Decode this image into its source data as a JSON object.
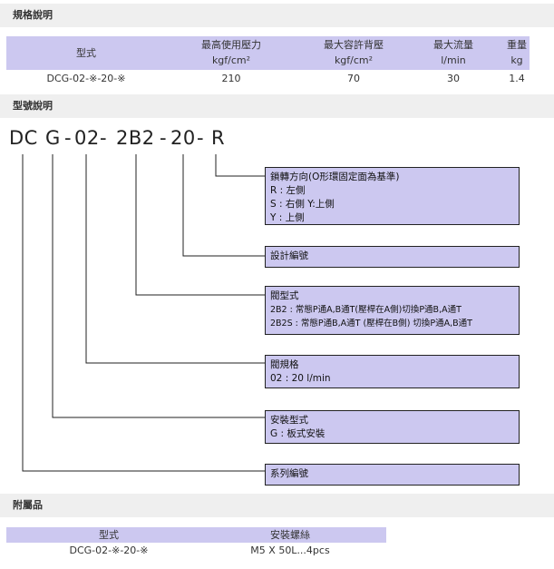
{
  "spec": {
    "section_title": "規格說明",
    "headers": [
      {
        "line1": "型式",
        "line2": ""
      },
      {
        "line1": "最高使用壓力",
        "line2": "kgf/cm²"
      },
      {
        "line1": "最大容許背壓",
        "line2": "kgf/cm²"
      },
      {
        "line1": "最大流量",
        "line2": "l/min"
      },
      {
        "line1": "重量",
        "line2": "kg"
      }
    ],
    "row": [
      "DCG-02-※-20-※",
      "210",
      "70",
      "30",
      "1.4"
    ]
  },
  "model": {
    "section_title": "型號說明",
    "code_parts": [
      "DC",
      "G",
      "-",
      "02",
      "-",
      "2B2",
      "-",
      "20",
      "-",
      "R"
    ],
    "boxes": [
      {
        "title": "鎖轉方向(O形環固定面為基準)",
        "lines": [
          "R : 左側",
          "S : 右側 Y:上側",
          "Y : 上側"
        ]
      },
      {
        "title": "設計編號",
        "lines": []
      },
      {
        "title": "閥型式",
        "lines": [
          "2B2 : 常態P通A,B通T(壓桿在A側)切換P通B,A通T",
          "2B2S : 常態P通B,A通T (壓桿在B側) 切換P通A,B通T"
        ]
      },
      {
        "title": "閥規格",
        "lines": [
          "02 : 20 l/min"
        ]
      },
      {
        "title": "安裝型式",
        "lines": [
          "G : 板式安裝"
        ]
      },
      {
        "title": "系列編號",
        "lines": []
      }
    ]
  },
  "accessory": {
    "section_title": "附屬品",
    "headers": [
      "型式",
      "安裝螺絲"
    ],
    "row": [
      "DCG-02-※-20-※",
      "M5 X 50L...4pcs"
    ]
  }
}
